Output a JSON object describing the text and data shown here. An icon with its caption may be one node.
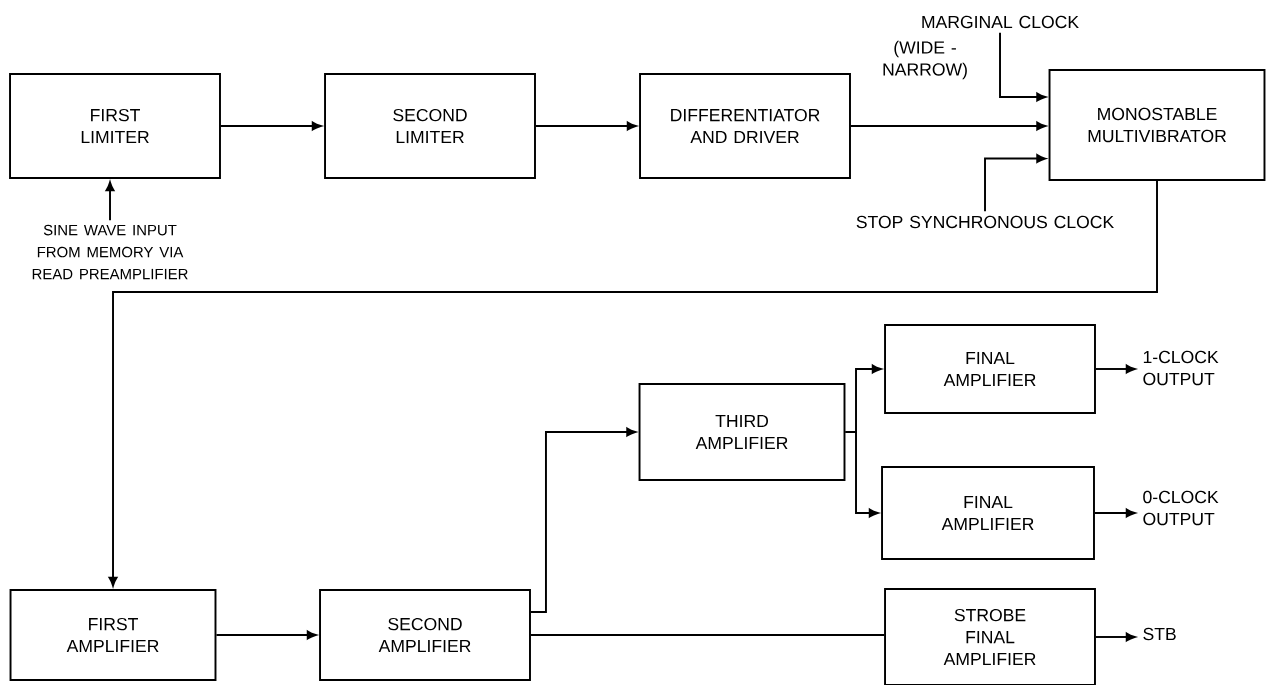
{
  "diagram": {
    "nodes": [
      {
        "text": [
          "FIRST LIMITER"
        ]
      },
      {
        "text": [
          "SECOND LIMITER"
        ]
      },
      {
        "text": [
          "DIFFERENTIATOR AND DRIVER"
        ]
      },
      {
        "text": [
          "MONOSTABLE MULTIVIBRATOR"
        ]
      },
      {
        "text": [
          "SINE WAVE INPUT FROM MEMORY VIA READ PREAMPLIFIER"
        ]
      },
      {
        "text": [
          "MARGINAL CLOCK"
        ]
      },
      {
        "text": [
          "STOP SYNCHRONOUS CLOCK"
        ]
      },
      {
        "text": [
          "FINAL AMPLIFIER"
        ]
      },
      {
        "text": [
          "FINAL AMPLIFIER"
        ]
      },
      {
        "text": [
          "THIRD AMPLIFIER"
        ]
      },
      {
        "text": [
          "FIRST AMPLIFIER"
        ]
      },
      {
        "text": [
          "SECOND AMPLIFIER"
        ]
      },
      {
        "text": [
          "STROBE FINAL AMPLIFIER"
        ]
      },
      {
        "text": [
          "1-CLOCK OUTPUT"
        ]
      },
      {
        "text": [
          "0-CLOCK OUTPUT"
        ]
      },
      {
        "text": [
          "STB"
        ]
      }
    ],
    "edges": [
      {
        "from": 4,
        "to": 0,
        "arrow": "to"
      },
      {
        "from": 0,
        "to": 1,
        "arrow": "to"
      },
      {
        "from": 1,
        "to": 2,
        "arrow": "to"
      },
      {
        "from": 2,
        "to": 3,
        "arrow": "to"
      },
      {
        "from": 5,
        "to": 3,
        "arrow": "to"
      },
      {
        "from": 6,
        "to": 3,
        "arrow": "to"
      },
      {
        "from": 3,
        "to": 10,
        "arrow": "to"
      },
      {
        "from": 10,
        "to": 11,
        "arrow": "to"
      },
      {
        "from": 11,
        "to": 9,
        "arrow": "to"
      },
      {
        "from": 9,
        "to": 7,
        "arrow": "to"
      },
      {
        "from": 9,
        "to": 8,
        "arrow": "to"
      },
      {
        "from": 11,
        "to": 12,
        "arrow": "none"
      },
      {
        "from": 7,
        "to": 13,
        "arrow": "to"
      },
      {
        "from": 8,
        "to": 14,
        "arrow": "to"
      },
      {
        "from": 12,
        "to": 15,
        "arrow": "to"
      }
    ],
    "labels": [
      "(WIDE - NARROW)"
    ]
  }
}
